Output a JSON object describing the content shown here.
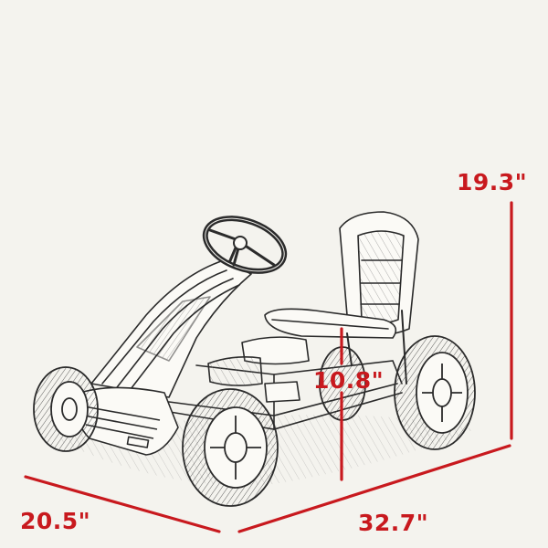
{
  "colors": {
    "background": "#f4f3ee",
    "ink": "#2b2b2b",
    "dimension": "#c8191e"
  },
  "dimensions": {
    "height": "19.3\"",
    "seat_height": "10.8\"",
    "width": "20.5\"",
    "length": "32.7\""
  }
}
